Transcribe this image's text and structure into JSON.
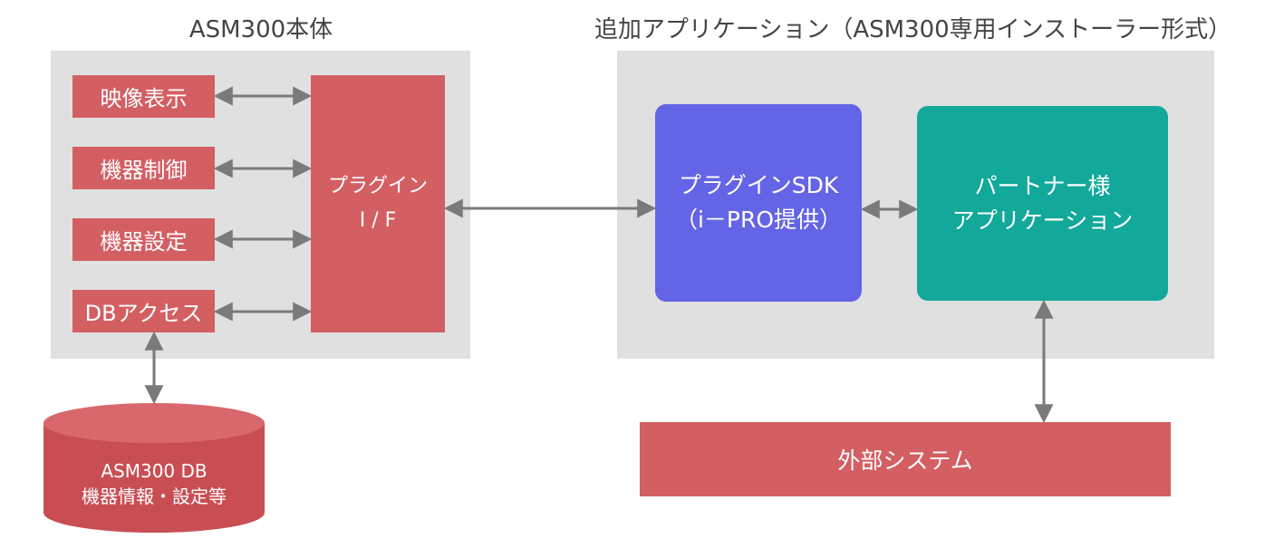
{
  "left_section": {
    "title": "ASM300本体",
    "functions": [
      "映像表示",
      "機器制御",
      "機器設定",
      "DBアクセス"
    ],
    "plugin_if": {
      "line1": "プラグイン",
      "line2": "I / F"
    }
  },
  "right_section": {
    "title": "追加アプリケーション（ASM300専用インストーラー形式）",
    "sdk": {
      "line1": "プラグインSDK",
      "line2": "（i－PRO提供）"
    },
    "partner_app": {
      "line1": "パートナー様",
      "line2": "アプリケーション"
    }
  },
  "external_system": {
    "label": "外部システム"
  },
  "database": {
    "line1": "ASM300 DB",
    "line2": "機器情報・設定等"
  },
  "colors": {
    "panel": "#e0e0e0",
    "asm_red": "#d35f63",
    "sdk_blue": "#6464e6",
    "partner_teal": "#12a89a",
    "arrow_gray": "#7a7a7a"
  }
}
